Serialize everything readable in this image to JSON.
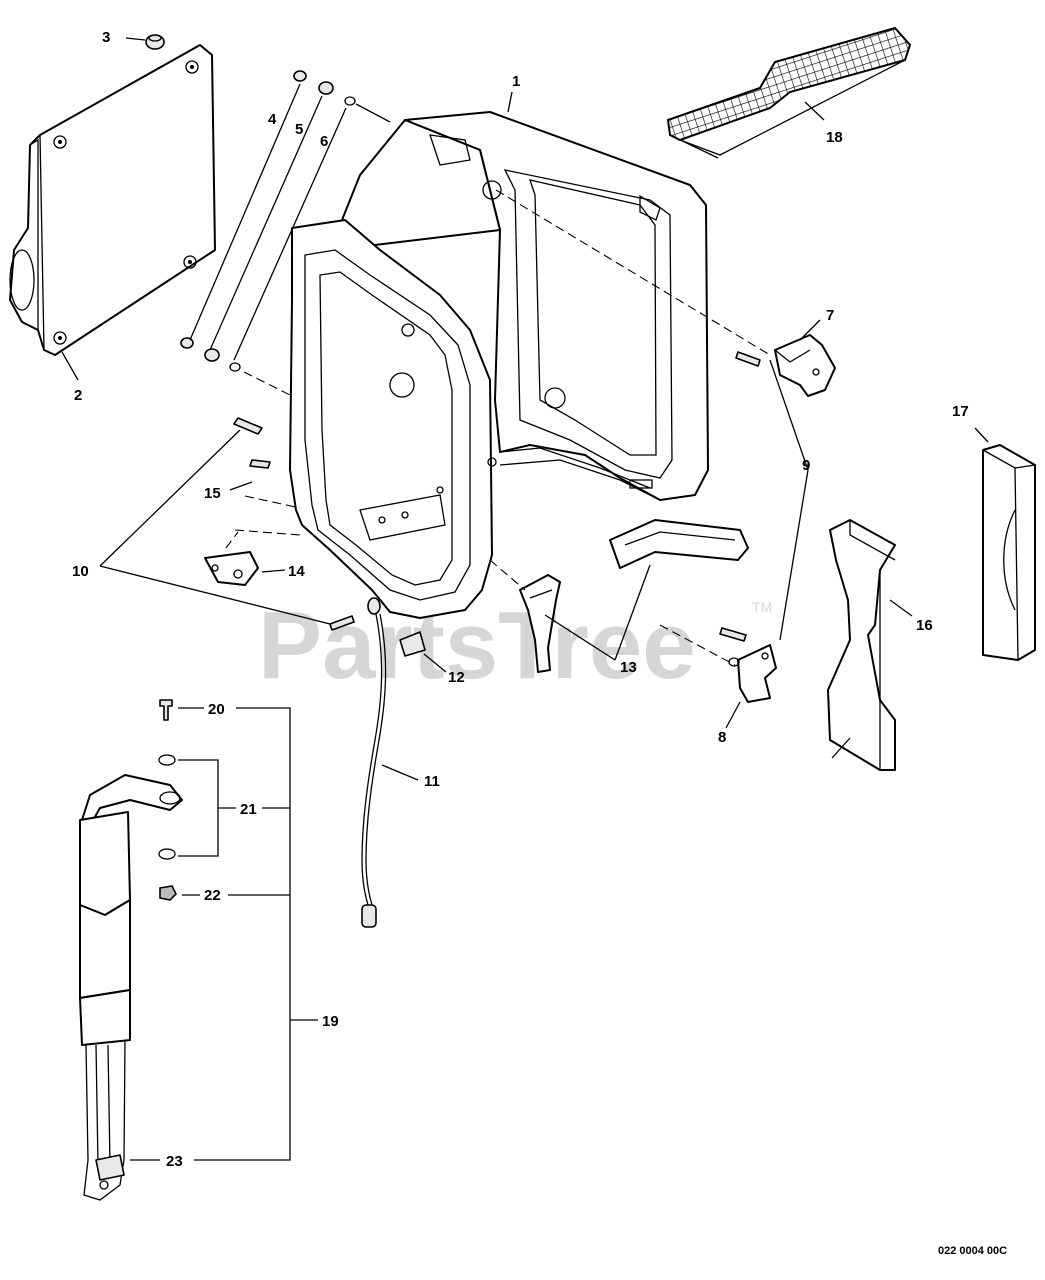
{
  "diagram": {
    "callouts": [
      "1",
      "2",
      "3",
      "4",
      "5",
      "6",
      "7",
      "8",
      "9",
      "10",
      "11",
      "12",
      "13",
      "14",
      "15",
      "16",
      "17",
      "18",
      "19",
      "20",
      "21",
      "22",
      "23"
    ],
    "watermark": "PartsTree",
    "watermark_mark": "TM",
    "drawing_code": "022 0004 00C"
  }
}
